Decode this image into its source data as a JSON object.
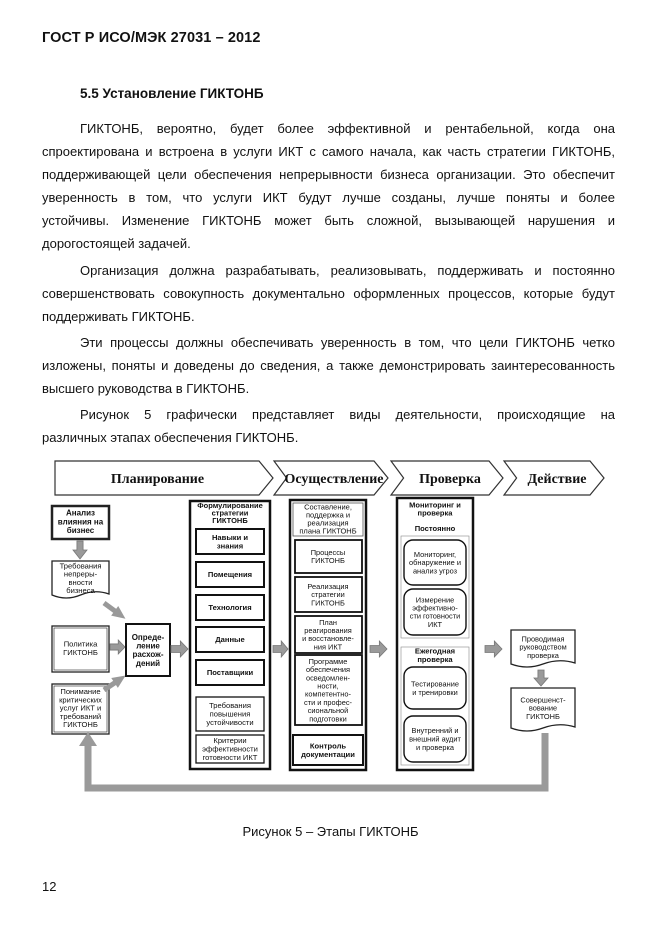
{
  "header": {
    "standard": "ГОСТ Р ИСО/МЭК 27031 – 2012"
  },
  "section": {
    "title": "5.5 Установление ГИКТОНБ"
  },
  "paragraphs": [
    [
      "ГИКТОНБ, вероятно, будет более эффективной и рентабельной, когда она",
      "спроектирована и встроена в услуги ИКТ с самого начала, как часть стратегии ГИКТОНБ,",
      "поддерживающей цели обеспечения непрерывности бизнеса организации. Это обеспечит",
      "уверенность в том, что услуги ИКТ будут лучше созданы, лучше поняты и более",
      "устойчивы. Изменение ГИКТОНБ может быть сложной, вызывающей нарушения и",
      "дорогостоящей задачей."
    ],
    [
      "Организация должна разрабатывать, реализовывать, поддерживать и постоянно",
      "совершенствовать совокупность документально оформленных процессов, которые будут",
      "поддерживать ГИКТОНБ."
    ],
    [
      "Эти процессы должны обеспечивать уверенность в том, что цели ГИКТОНБ четко",
      "изложены, поняты и доведены до сведения, а также демонстрировать заинтересованность",
      "высшего руководства в ГИКТОНБ."
    ],
    [
      "Рисунок 5 графически представляет виды деятельности, происходящие на",
      "различных этапах обеспечения ГИКТОНБ."
    ]
  ],
  "figure": {
    "phases": [
      "Планирование",
      "Осуществление",
      "Проверка",
      "Действие"
    ],
    "planning_inputs": [
      [
        "Анализ",
        "влияния на",
        "бизнес"
      ],
      [
        "Требования",
        "непреры-",
        "вности",
        "бизнеса"
      ],
      [
        "Политика",
        "ГИКТОНБ"
      ],
      [
        "Понимание",
        "критических",
        "услуг ИКТ и",
        "требований",
        "ГИКТОНБ"
      ]
    ],
    "gap_box": [
      "Опреде-",
      "ление",
      "расхож-",
      "дений"
    ],
    "strategy_header": [
      "Формулирование",
      "стратегии",
      "ГИКТОНБ"
    ],
    "strategy_items": [
      [
        "Навыки и",
        "знания"
      ],
      [
        "Помещения"
      ],
      [
        "Технология"
      ],
      [
        "Данные"
      ],
      [
        "Поставщики"
      ],
      [
        "Требования",
        "повышения",
        "устойчивости"
      ],
      [
        "Критерии",
        "эффективности",
        "готовности ИКТ"
      ]
    ],
    "do_header": [
      "Составление,",
      "поддержка и",
      "реализация",
      "плана ГИКТОНБ"
    ],
    "do_items": [
      [
        "Процессы",
        "ГИКТОНБ"
      ],
      [
        "Реализация",
        "стратегии",
        "ГИКТОНБ"
      ],
      [
        "План",
        "реагирования",
        "и восстановле-",
        "ния ИКТ"
      ],
      [
        "Программе",
        "обеспечения",
        "осведомлен-",
        "ности,",
        "компетентно-",
        "сти и профес-",
        "сиональной",
        "подготовки"
      ]
    ],
    "do_footer": [
      "Контроль",
      "документации"
    ],
    "check_header": [
      "Мониторинг и",
      "проверка"
    ],
    "check_continuous": "Постоянно",
    "check_items_1": [
      [
        "Мониторинг,",
        "обнаружение и",
        "анализ угроз"
      ],
      [
        "Измерение",
        "эффективно-",
        "сти готовности",
        "ИКТ"
      ]
    ],
    "check_annual": [
      "Ежегодная",
      "проверка"
    ],
    "check_items_2": [
      [
        "Тестирование",
        "и тренировки"
      ],
      [
        "Внутренний и",
        "внешний аудит",
        "и проверка"
      ]
    ],
    "act_items": [
      [
        "Проводимая",
        "руководством",
        "проверка"
      ],
      [
        "Совершенст-",
        "вование",
        "ГИКТОНБ"
      ]
    ]
  },
  "caption": "Рисунок 5 – Этапы ГИКТОНБ",
  "page_number": "12"
}
